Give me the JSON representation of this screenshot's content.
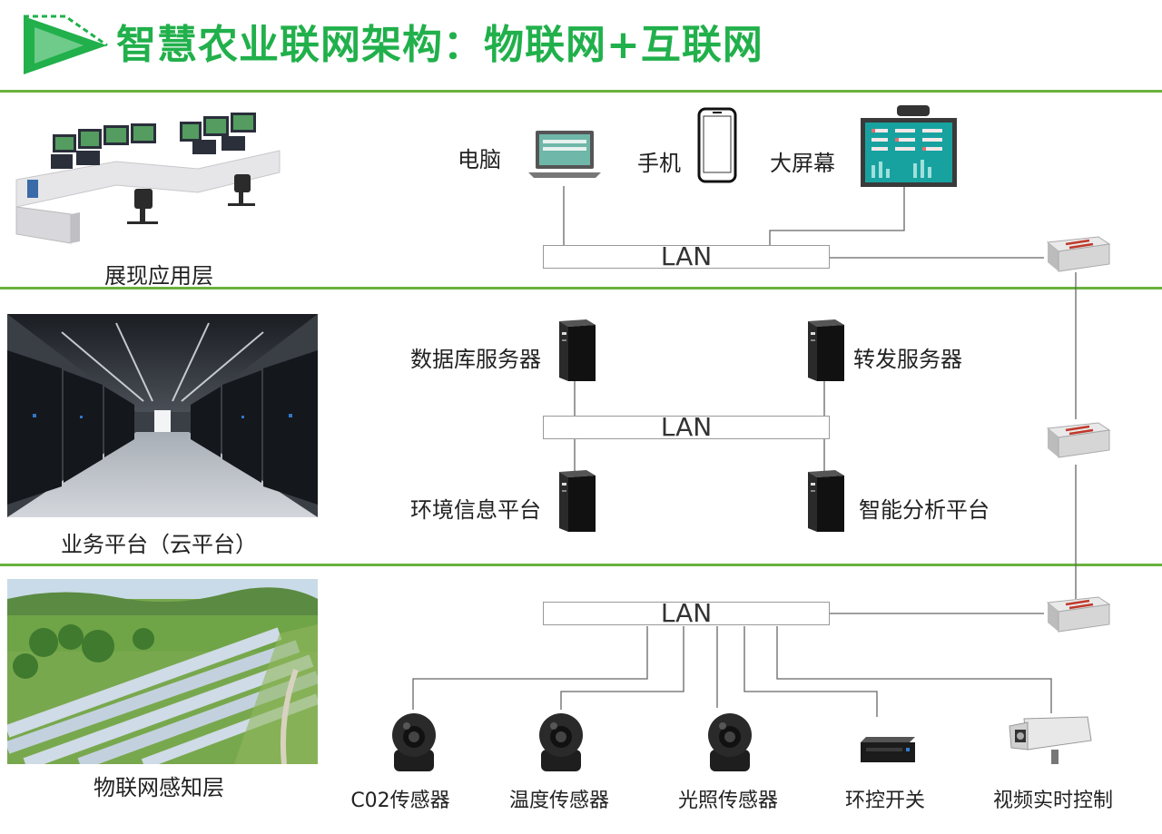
{
  "page": {
    "title": "智慧农业联网架构：物联网+互联网",
    "accent_color": "#21b04b",
    "line_color": "#6ab23e"
  },
  "layers": {
    "presentation": "展现应用层",
    "platform": "业务平台（云平台）",
    "iot": "物联网感知层"
  },
  "lan_label": "LAN",
  "presentation_devices": {
    "computer": "电脑",
    "phone": "手机",
    "big_screen": "大屏幕"
  },
  "platform_servers": {
    "database": "数据库服务器",
    "forward": "转发服务器",
    "environment": "环境信息平台",
    "analysis": "智能分析平台"
  },
  "sensors": {
    "co2": "C02传感器",
    "temperature": "温度传感器",
    "light": "光照传感器",
    "env_switch": "环控开关",
    "video": "视频实时控制"
  },
  "icons": {
    "title": "play-arrow-icon",
    "switch": "network-switch-icon",
    "server": "server-tower-icon",
    "camera": "dome-camera-icon",
    "laptop": "laptop-icon",
    "phone": "smartphone-icon",
    "screen": "display-board-icon"
  }
}
